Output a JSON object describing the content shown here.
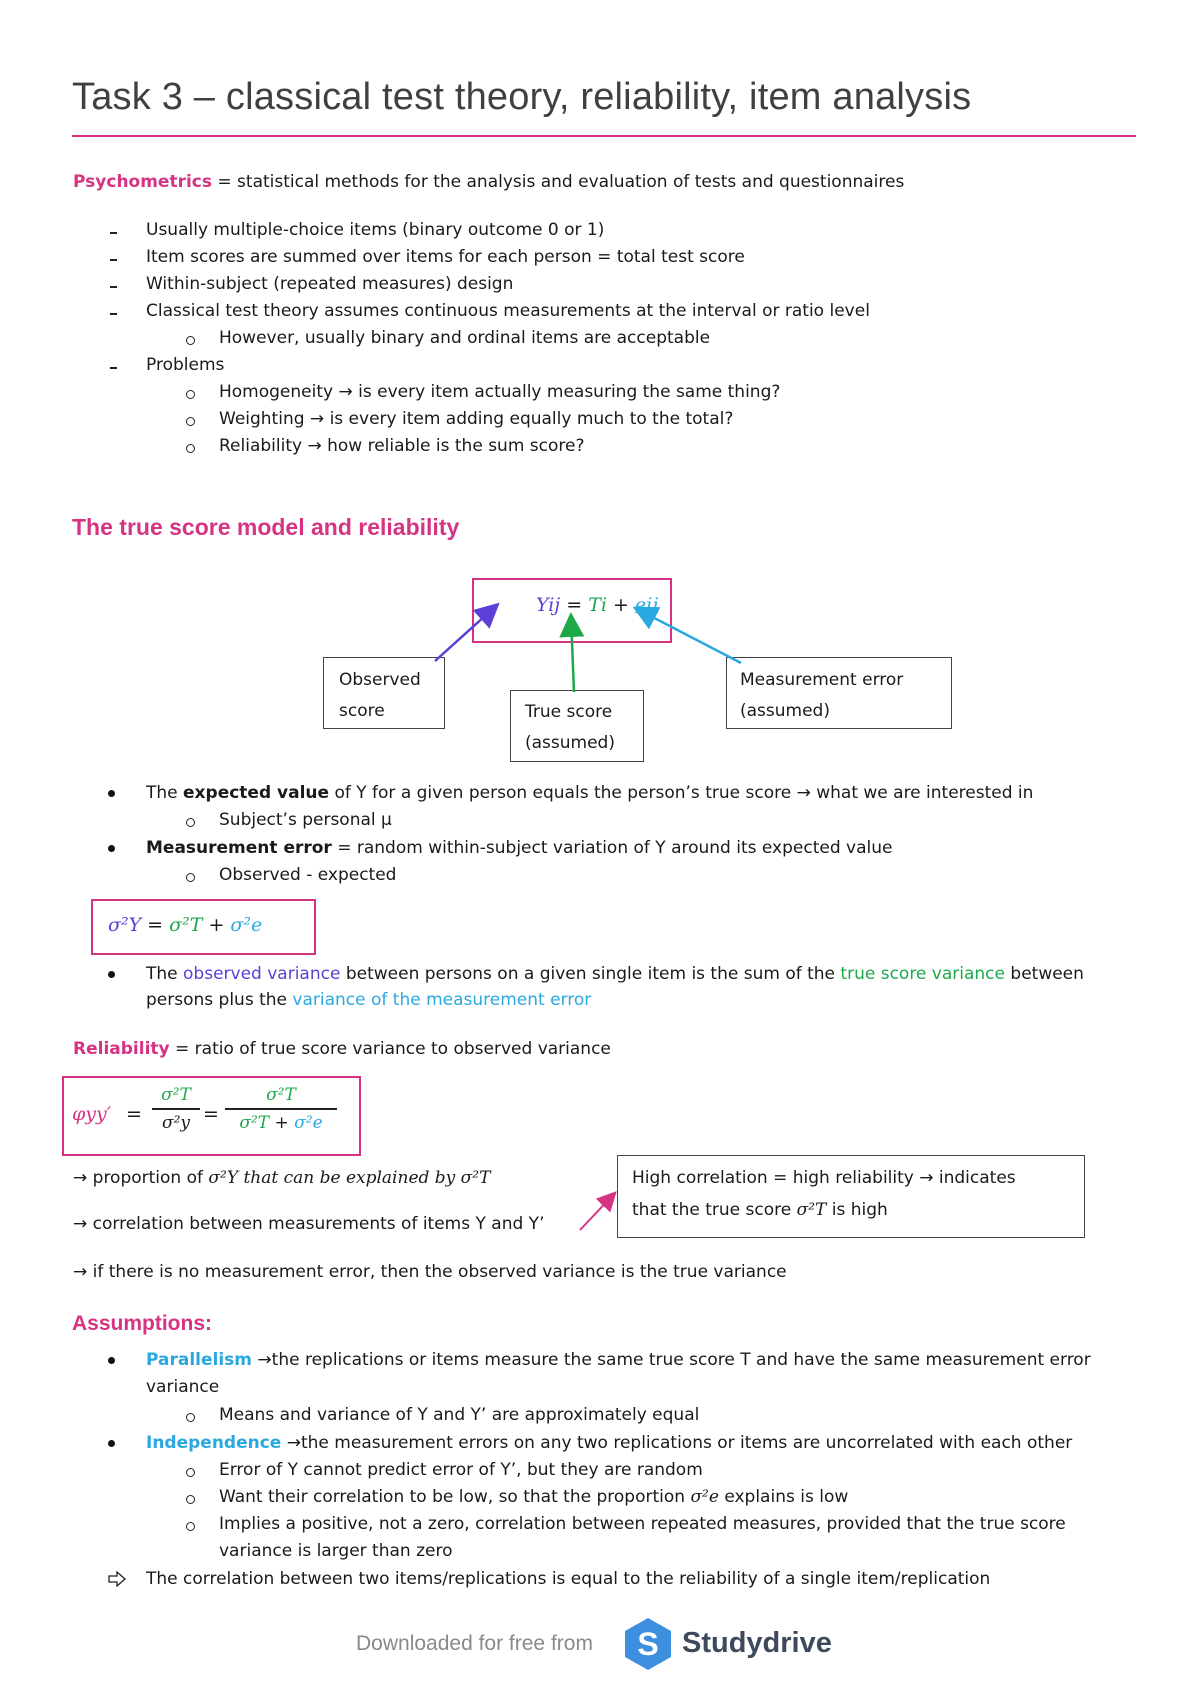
{
  "title": "Task 3 – classical test theory, reliability, item analysis",
  "intro": {
    "term": "Psychometrics",
    "definition": " = statistical methods for the analysis and evaluation of tests and questionnaires"
  },
  "list1": {
    "i1": "Usually multiple-choice items (binary outcome 0 or 1)",
    "i2": "Item scores are summed over items for each person = total test score",
    "i3": "Within-subject (repeated measures) design",
    "i4": "Classical test theory assumes continuous measurements at the interval or ratio level",
    "i4a": "However, usually binary and ordinal items are acceptable",
    "i5": "Problems",
    "i5a": "Homogeneity → is every item actually measuring the same thing?",
    "i5b": "Weighting → is every item adding equally much to the total?",
    "i5c": "Reliability → how reliable is the sum score?"
  },
  "section1": {
    "heading": "The true score model and reliability"
  },
  "diagram": {
    "eq_y": "Yij",
    "eq_eq": " = ",
    "eq_t": "Ti",
    "eq_plus": " + ",
    "eq_e": "eij",
    "observed_1": "Observed",
    "observed_2": "score",
    "true_1": "True score",
    "true_2": "(assumed)",
    "error_1": "Measurement error",
    "error_2": "(assumed)",
    "colors": {
      "observed": "#5b3fd6",
      "true": "#1ea84a",
      "error": "#2aa8e0",
      "accent": "#d63384"
    }
  },
  "list2": {
    "b1_pre": "The ",
    "b1_bold": "expected value",
    "b1_post": " of Y for a given person equals the person’s true score → what we are interested in",
    "b1a": "Subject’s personal μ",
    "b2_bold": "Measurement error",
    "b2_post": " = random within-subject variation of Y around its expected value",
    "b2a": "Observed - expected"
  },
  "variance_eq": {
    "sy": "σ²Y",
    "eq": " = ",
    "st": "σ²T",
    "plus": " + ",
    "se": "σ²e"
  },
  "variance_bullet": {
    "p1": "The ",
    "obs": "observed variance",
    "p2": " between persons on a given single item is the sum of the ",
    "tsv": "true score variance",
    "p3": " between",
    "p4": "persons plus the ",
    "vme": "variance of the measurement error"
  },
  "reliability": {
    "term": "Reliability",
    "definition": " = ratio of true score variance to observed variance",
    "lhs": "φyy′",
    "eq1": "=",
    "num1": "σ²T",
    "den1": "σ²y",
    "eq2": "=",
    "num2": "σ²T",
    "den2_t": "σ²T",
    "den2_plus": " + ",
    "den2_e": "σ²e",
    "line1_pre": "→ proportion of ",
    "line1_math": "σ²Y that can be explained by σ²T",
    "line2": "→ correlation between measurements of items Y and Y’",
    "line3": "→ if there is no measurement error, then the observed variance is the true variance",
    "box_1": "High correlation = high reliability → indicates",
    "box_2_pre": "that the true score ",
    "box_2_math": "σ²T",
    "box_2_post": " is high"
  },
  "assumptions": {
    "heading": "Assumptions:",
    "par_term": "Parallelism",
    "par_text": " →the replications or items measure the same true score T and have the same measurement error",
    "par_text2": "variance",
    "par_a": "Means and variance of Y and Y’ are approximately equal",
    "ind_term": "Independence",
    "ind_text": " →the measurement errors on any two replications or items are uncorrelated with each other",
    "ind_a": "Error of Y cannot predict error of Y’, but they are random",
    "ind_b_pre": "Want their correlation to be low, so that the proportion ",
    "ind_b_math": "σ²e",
    "ind_b_post": " explains is low",
    "ind_c1": "Implies a positive, not a zero, correlation between repeated measures, provided that the true score",
    "ind_c2": "variance is larger than zero",
    "conclusion": "The correlation between two items/replications is equal to the reliability of a single item/replication"
  },
  "footer": {
    "text": "Downloaded for free from",
    "brand": "Studydrive",
    "logo_letter": "S"
  }
}
